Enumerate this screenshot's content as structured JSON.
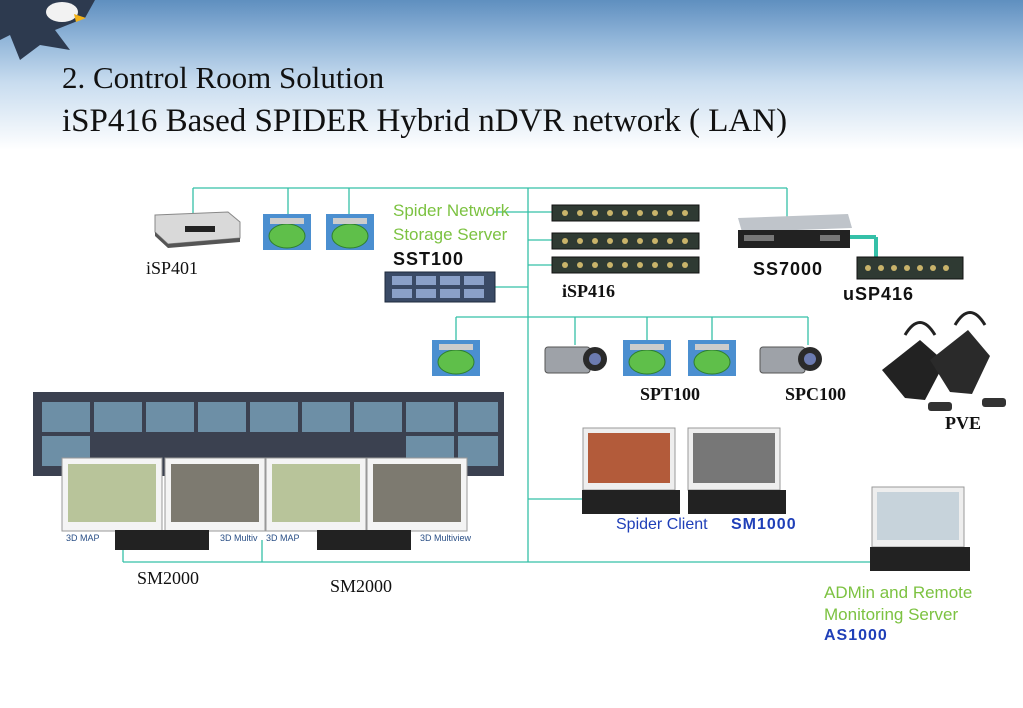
{
  "title": {
    "line1": "2. Control Room Solution",
    "line2": "iSP416 Based SPIDER  Hybrid nDVR network ( LAN)"
  },
  "labels": {
    "isp401": "iSP401",
    "storage_line1": "Spider Network",
    "storage_line2": "Storage  Server",
    "sst100": "SST100",
    "isp416": "iSP416",
    "ss7000": "SS7000",
    "usp416": "uSP416",
    "spt100": "SPT100",
    "spc100": "SPC100",
    "pve": "PVE",
    "client_name": "Spider Client",
    "client_model": "SM1000",
    "sm2000_a": "SM2000",
    "sm2000_b": "SM2000",
    "admin_line1": "ADMin and Remote",
    "admin_line2": "Monitoring Server",
    "as1000": "AS1000"
  },
  "monitor_captions": {
    "map_a": "3D MAP",
    "multiview_a": "3D Multiv",
    "map_b": "3D MAP",
    "multiview_b": "3D Multiview"
  },
  "colors": {
    "network_line": "#35c0a8",
    "green_text": "#7cc241",
    "blue_text": "#1f3fb8"
  },
  "icons": [
    "eagle-logo",
    "dvr-box",
    "dome-camera",
    "rack-server",
    "box-camera",
    "ptz-camera",
    "video-wall",
    "monitor",
    "pc-tower"
  ]
}
